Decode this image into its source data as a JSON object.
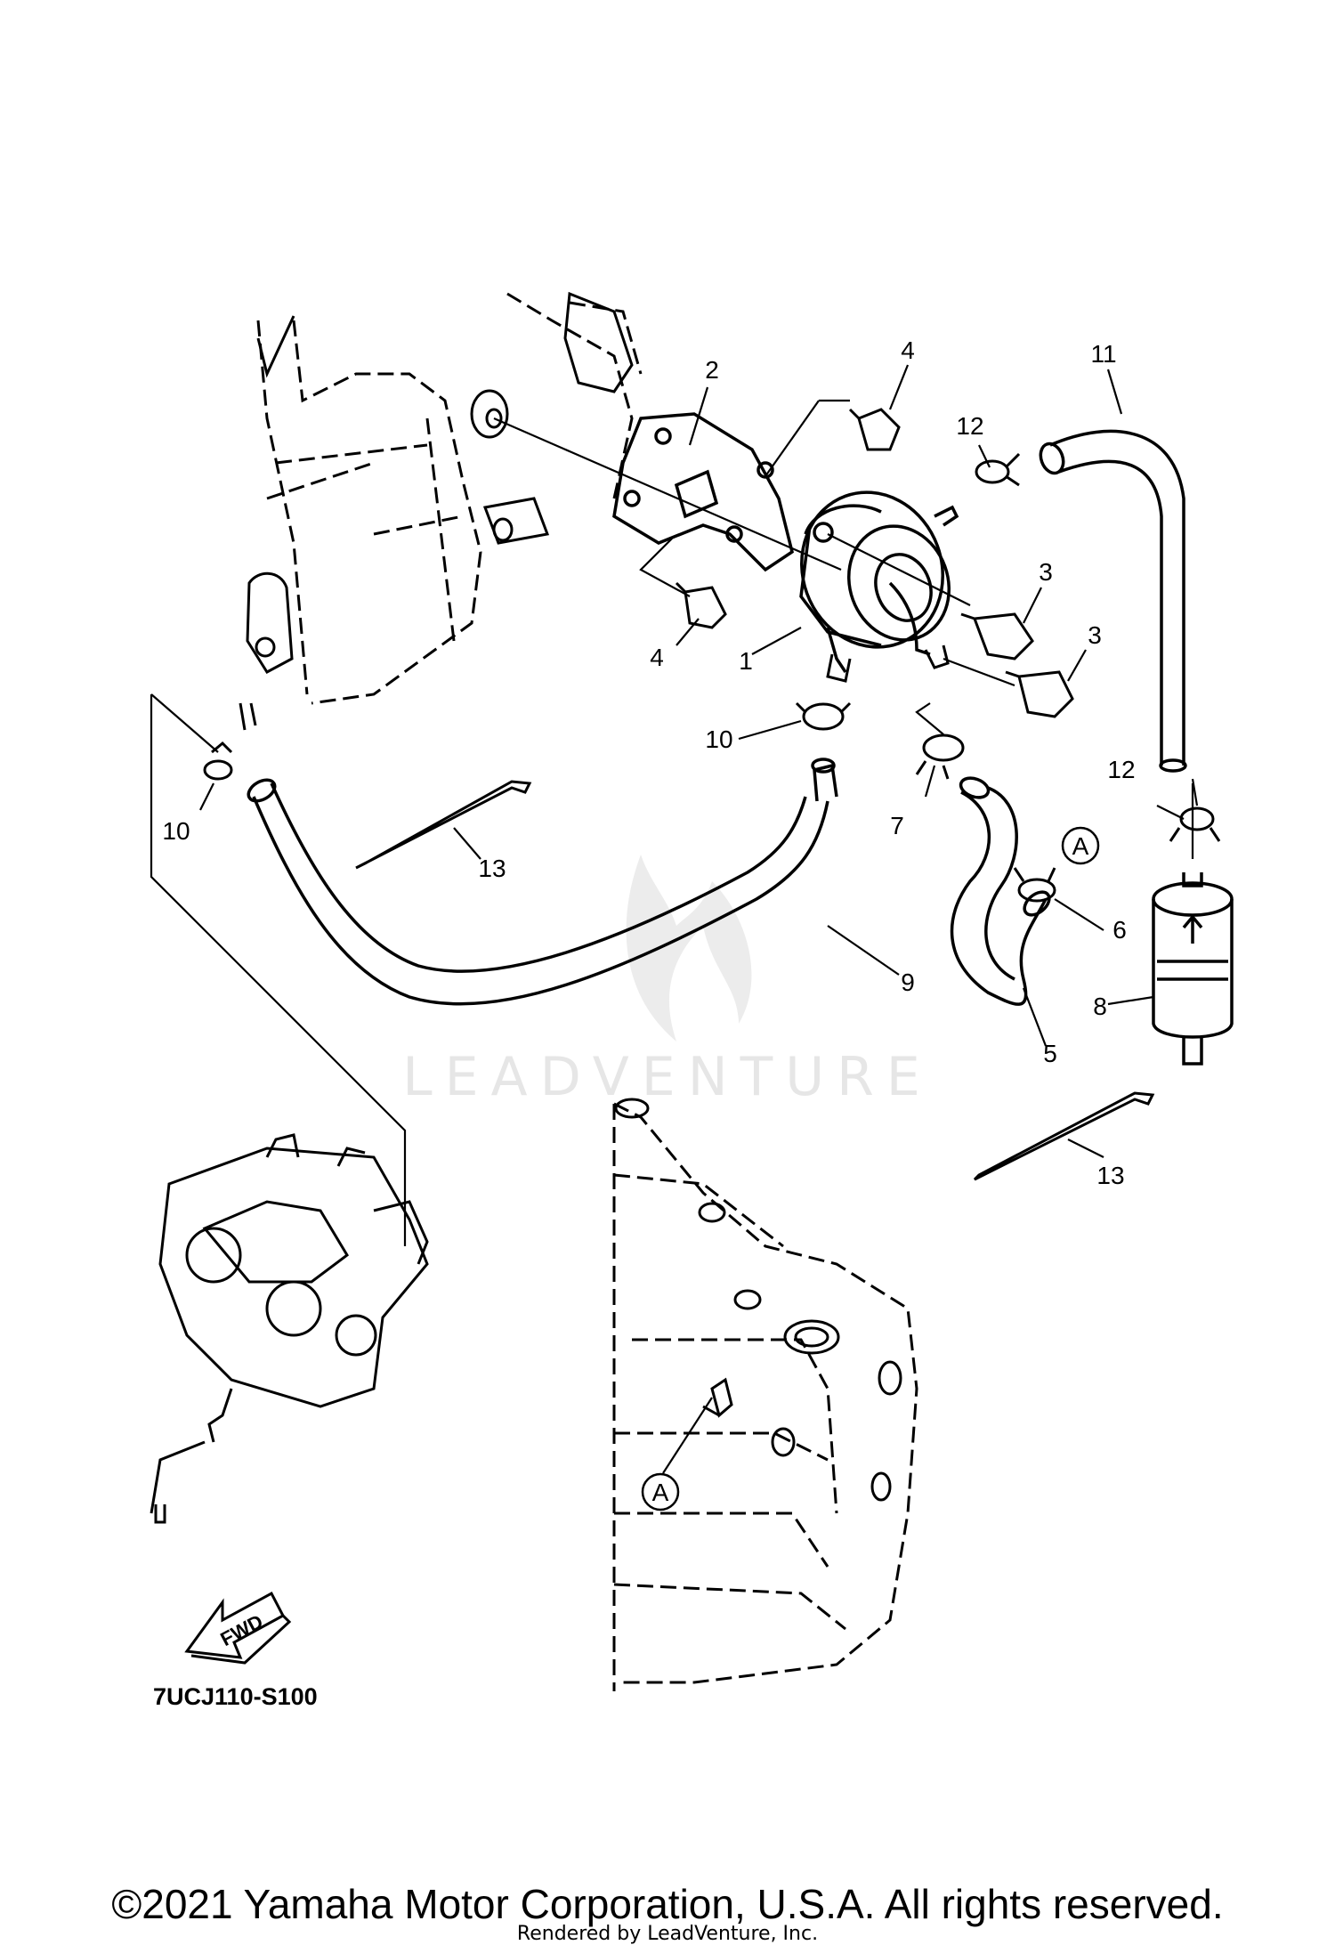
{
  "callouts": [
    {
      "id": "c1",
      "text": "1"
    },
    {
      "id": "c2",
      "text": "2"
    },
    {
      "id": "c3a",
      "text": "3"
    },
    {
      "id": "c3b",
      "text": "3"
    },
    {
      "id": "c4a",
      "text": "4"
    },
    {
      "id": "c4b",
      "text": "4"
    },
    {
      "id": "c5",
      "text": "5"
    },
    {
      "id": "c6",
      "text": "6"
    },
    {
      "id": "c7",
      "text": "7"
    },
    {
      "id": "c8",
      "text": "8"
    },
    {
      "id": "c9",
      "text": "9"
    },
    {
      "id": "c10a",
      "text": "10"
    },
    {
      "id": "c10b",
      "text": "10"
    },
    {
      "id": "c11",
      "text": "11"
    },
    {
      "id": "c12a",
      "text": "12"
    },
    {
      "id": "c12b",
      "text": "12"
    },
    {
      "id": "c13a",
      "text": "13"
    },
    {
      "id": "c13b",
      "text": "13"
    }
  ],
  "reference_marks": [
    "A",
    "A"
  ],
  "direction_label": "FWD",
  "diagram_code": "7UCJ110-S100",
  "watermark": "LEADVENTURE",
  "copyright": "©2021 Yamaha Motor Corporation, U.S.A. All rights reserved.",
  "rendered_by": "Rendered by LeadVenture, Inc."
}
